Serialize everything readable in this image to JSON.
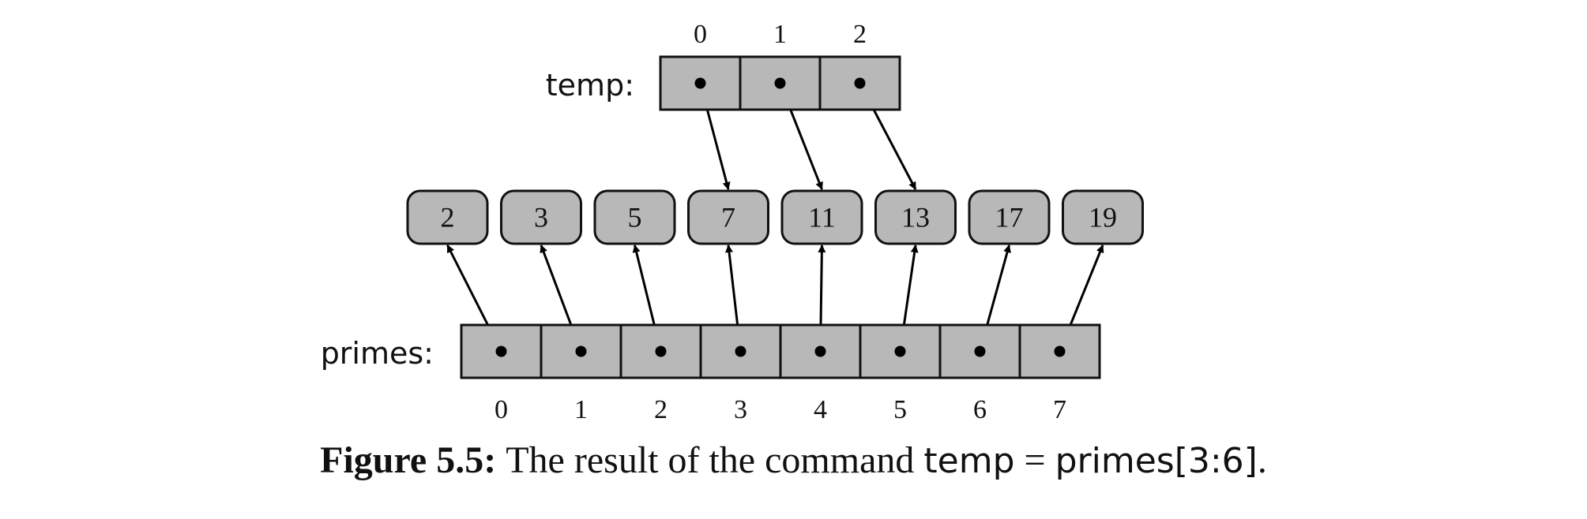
{
  "temp": {
    "label": "temp:",
    "indices": [
      "0",
      "1",
      "2"
    ],
    "targets": [
      3,
      4,
      5
    ]
  },
  "values": [
    "2",
    "3",
    "5",
    "7",
    "11",
    "13",
    "17",
    "19"
  ],
  "primes": {
    "label": "primes:",
    "indices": [
      "0",
      "1",
      "2",
      "3",
      "4",
      "5",
      "6",
      "7"
    ]
  },
  "caption": {
    "label": "Figure 5.5:",
    "text": "The result of the command",
    "code_left": "temp",
    "operator": "=",
    "code_right": "primes[3:6]",
    "end": "."
  },
  "colors": {
    "cell_fill": "#b8b8b8",
    "stroke": "#111111"
  }
}
